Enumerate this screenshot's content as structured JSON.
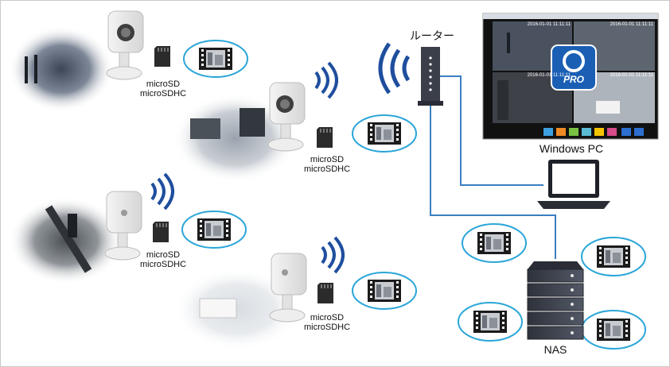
{
  "labels": {
    "router": "ルーター",
    "windows_pc": "Windows PC",
    "nas": "NAS",
    "sd_line1": "microSD",
    "sd_line2": "microSDHC",
    "pro_badge": "PRO"
  },
  "screen": {
    "timestamps": [
      "2016-01-01 11:11:11",
      "2016-01-01 11:11:11",
      "2016-01-01 11:11:11",
      "2016-01-01 11:11:11"
    ]
  },
  "colors": {
    "wifi": "#1f4e9e",
    "cable": "#3a7fc1",
    "bubble_border": "#2aa6d8",
    "sd_card": "#2b2b2b",
    "nas": "#3b3f4a",
    "pro_badge": "#1a5fb4"
  }
}
